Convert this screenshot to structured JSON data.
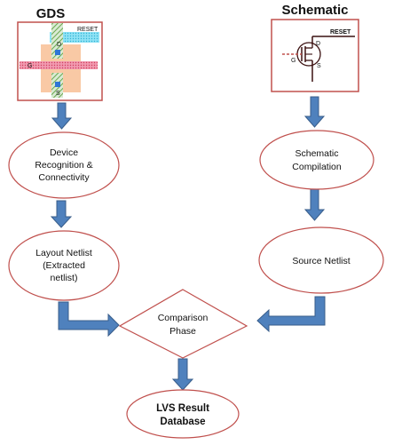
{
  "gds": {
    "title": "GDS",
    "reset_label": "RESET",
    "d_label": "D",
    "g_label": "G",
    "s_label": "S"
  },
  "schematic": {
    "title": "Schematic",
    "reset_label": "RESET",
    "d_label": "D",
    "g_label": "G",
    "s_label": "S"
  },
  "nodes": {
    "device_recognition": [
      "Device",
      "Recognition &",
      "Connectivity"
    ],
    "schematic_compilation": [
      "Schematic",
      "Compilation"
    ],
    "layout_netlist": [
      "Layout Netlist",
      "(Extracted",
      "netlist)"
    ],
    "source_netlist": [
      "Source Netlist"
    ],
    "comparison_phase": [
      "Comparison",
      "Phase"
    ],
    "lvs_result": [
      "LVS Result",
      "Database"
    ]
  },
  "colors": {
    "node_border": "#c0504d",
    "arrow_fill": "#4f81bd",
    "arrow_stroke": "#385d8a",
    "box_border": "#c0504d",
    "cyan_metal": "#6ad6ef",
    "pink_poly": "#e86b8a",
    "diffusion": "#f9c9a5",
    "green_hatch": "#6aa84f",
    "via_blue": "#2e75d6"
  }
}
